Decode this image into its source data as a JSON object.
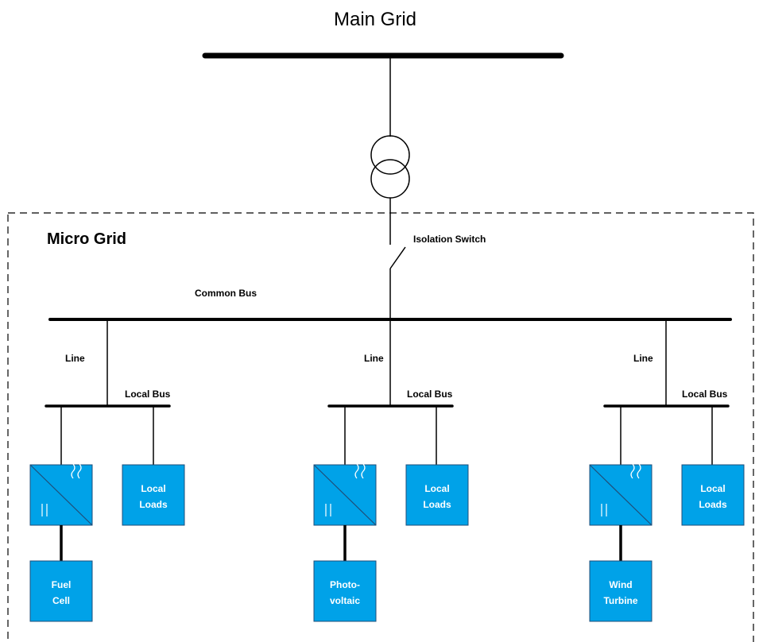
{
  "main_grid": {
    "title": "Main Grid"
  },
  "micro_grid": {
    "title": "Micro Grid",
    "isolation_switch": "Isolation Switch",
    "common_bus": "Common Bus"
  },
  "feeders": [
    {
      "line": "Line",
      "local_bus": "Local Bus",
      "loads": [
        "Local",
        "Loads"
      ],
      "source": [
        "Fuel",
        "Cell"
      ]
    },
    {
      "line": "Line",
      "local_bus": "Local Bus",
      "loads": [
        "Local",
        "Loads"
      ],
      "source": [
        "Photo-",
        "voltaic"
      ]
    },
    {
      "line": "Line",
      "local_bus": "Local Bus",
      "loads": [
        "Local",
        "Loads"
      ],
      "source": [
        "Wind",
        "Turbine"
      ]
    }
  ],
  "colors": {
    "box_fill": "#00a2e8",
    "box_stroke": "#1f4e79",
    "line": "#000000"
  }
}
